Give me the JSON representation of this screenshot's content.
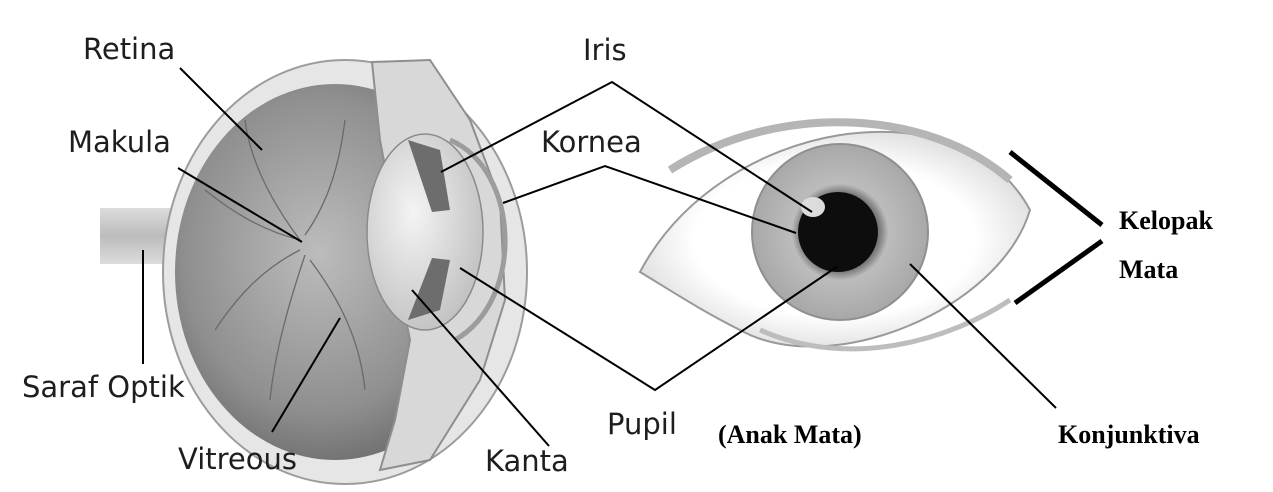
{
  "labels": {
    "retina": "Retina",
    "makula": "Makula",
    "saraf_optik": "Saraf Optik",
    "vitreous": "Vitreous",
    "iris": "Iris",
    "kornea": "Kornea",
    "pupil": "Pupil",
    "kanta": "Kanta",
    "anak_mata": "(Anak Mata)",
    "kelopak": "Kelopak",
    "mata": "Mata",
    "konjunktiva": "Konjunktiva"
  },
  "colors": {
    "leader_line": "#000000",
    "eyeball_shade": "#9a9a9a",
    "iris_shade": "#bdbdbd",
    "pupil_fill": "#0d0d0d"
  }
}
